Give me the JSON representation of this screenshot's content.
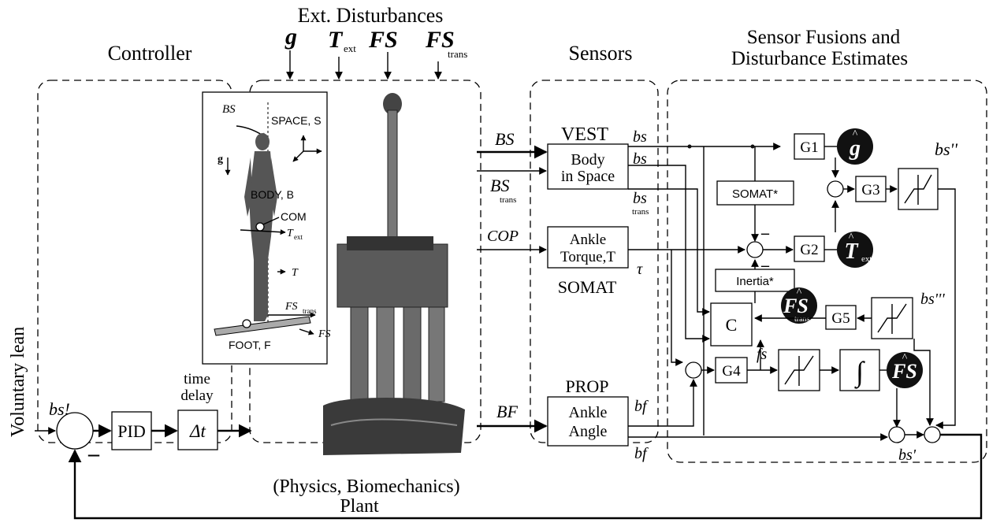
{
  "sections": {
    "controller": "Controller",
    "ext_disturbances": "Ext. Disturbances",
    "sensors": "Sensors",
    "fusion_line1": "Sensor Fusions and",
    "fusion_line2": "Disturbance Estimates"
  },
  "disturbances": {
    "g": "g",
    "t": "T",
    "t_sub": "ext",
    "fs": "FS",
    "fst": "FS",
    "fst_sub": "trans"
  },
  "controller": {
    "input_label": "Voluntary lean",
    "bs_input": "bs!",
    "pid": "PID",
    "time_delay_line1": "time",
    "time_delay_line2": "delay",
    "delta_t": "Δt",
    "minus": "–"
  },
  "plant": {
    "caption_line1": "(Physics, Biomechanics)",
    "caption_line2": "Plant",
    "inset": {
      "space": "SPACE, S",
      "bs": "BS",
      "g": "g",
      "body": "BODY, B",
      "com": "COM",
      "text": "T",
      "text_sub": "ext",
      "t": "T",
      "fst": "FS",
      "fst_sub": "trans",
      "fs": "FS",
      "foot": "FOOT, F"
    }
  },
  "signals": {
    "BS": "BS",
    "BS_trans": "BS",
    "BS_trans_sub": "trans",
    "COP": "COP",
    "BF": "BF",
    "tau": "τ"
  },
  "sensors": {
    "vest": "VEST",
    "body_line1": "Body",
    "body_line2": "in Space",
    "bs": "bs",
    "bs_dot": "bs",
    "bs_dot_trans": "bs",
    "trans": "trans",
    "ankle_torque_line1": "Ankle",
    "ankle_torque_line2": "Torque,T",
    "somat": "SOMAT",
    "prop": "PROP",
    "ankle_angle_line1": "Ankle",
    "ankle_angle_line2": "Angle",
    "bf_dot": "bf",
    "bf": "bf"
  },
  "fusion": {
    "g1": "G1",
    "g2": "G2",
    "g3": "G3",
    "g4": "G4",
    "g5": "G5",
    "c": "C",
    "somat_star": "SOMAT*",
    "inertia_star": "Inertia*",
    "est_g": "g",
    "est_text": "T",
    "est_text_sub": "ext",
    "est_fst": "FS",
    "est_fst_sub": "trans",
    "est_fs": "FS",
    "fs_dot": "fs",
    "bs2": "bs''",
    "bs3": "bs'''",
    "bs1": "bs'",
    "minus": "–"
  }
}
